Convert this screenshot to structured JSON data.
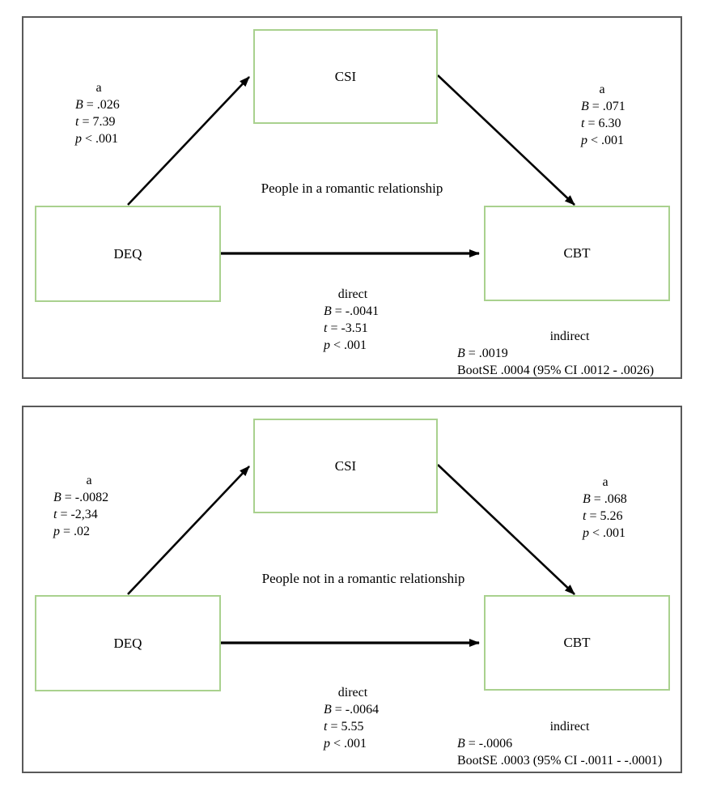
{
  "colors": {
    "node_border": "#a9d18e",
    "panel_border": "#595959",
    "arrow": "#000000",
    "text": "#000000"
  },
  "figure": {
    "panels": [
      {
        "group_label": "People in a romantic relationship",
        "nodes": {
          "mediator": "CSI",
          "predictor": "DEQ",
          "outcome": "CBT"
        },
        "path_a_left": {
          "tag": "a",
          "rows": [
            {
              "sym": "B",
              "rest": " = .026"
            },
            {
              "sym": "t",
              "rest": " = 7.39"
            },
            {
              "sym": "p",
              "rest": " < .001"
            }
          ]
        },
        "path_a_right": {
          "tag": "a",
          "rows": [
            {
              "sym": "B",
              "rest": " = .071"
            },
            {
              "sym": "t",
              "rest": " = 6.30"
            },
            {
              "sym": "p",
              "rest": " < .001"
            }
          ]
        },
        "direct_effect": {
          "tag": "direct",
          "rows": [
            {
              "sym": "B",
              "rest": " = -.0041"
            },
            {
              "sym": "t",
              "rest": " = -3.51"
            },
            {
              "sym": "p",
              "rest": " < .001"
            }
          ]
        },
        "indirect_effect": {
          "tag": "indirect",
          "b_row": {
            "sym": "B",
            "rest": " = .0019"
          },
          "boot_row": "BootSE .0004 (95% CI .0012 - .0026)"
        }
      },
      {
        "group_label": "People not in a romantic relationship",
        "nodes": {
          "mediator": "CSI",
          "predictor": "DEQ",
          "outcome": "CBT"
        },
        "path_a_left": {
          "tag": "a",
          "rows": [
            {
              "sym": "B",
              "rest": " = -.0082"
            },
            {
              "sym": "t",
              "rest": " = -2,34"
            },
            {
              "sym": "p",
              "rest": " = .02"
            }
          ]
        },
        "path_a_right": {
          "tag": "a",
          "rows": [
            {
              "sym": "B",
              "rest": " = .068"
            },
            {
              "sym": "t",
              "rest": " = 5.26"
            },
            {
              "sym": "p",
              "rest": " < .001"
            }
          ]
        },
        "direct_effect": {
          "tag": "direct",
          "rows": [
            {
              "sym": "B",
              "rest": " = -.0064"
            },
            {
              "sym": "t",
              "rest": " = 5.55"
            },
            {
              "sym": "p",
              "rest": " < .001"
            }
          ]
        },
        "indirect_effect": {
          "tag": "indirect",
          "b_row": {
            "sym": "B",
            "rest": " = -.0006"
          },
          "boot_row": "BootSE .0003 (95% CI -.0011 - -.0001)"
        }
      }
    ]
  }
}
